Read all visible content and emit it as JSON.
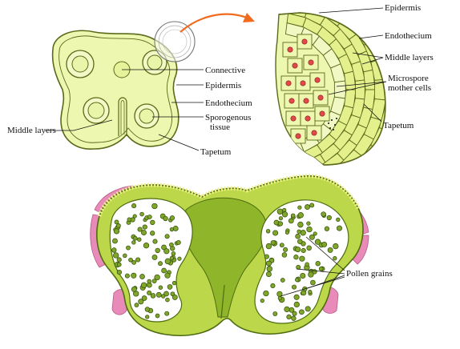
{
  "diagram": {
    "transverse_section": {
      "connective": "Connective",
      "epidermis": "Epidermis",
      "endothecium": "Endothecium",
      "sporogenous_line1": "Sporogenous",
      "sporogenous_line2": "tissue",
      "middle_layers": "Middle layers",
      "tapetum": "Tapetum"
    },
    "enlarged_view": {
      "epidermis": "Epidermis",
      "endothecium": "Endothecium",
      "middle_layers": "Middle layers",
      "microspore_line1": "Microspore",
      "microspore_line2": "mother cells",
      "tapetum": "Tapetum"
    },
    "mature_anther": {
      "pollen_grains": "Pollen grains"
    }
  },
  "colors": {
    "tissue_fill": "#eef7b0",
    "tissue_stroke": "#5a6a1a",
    "cell_fill": "#e3f08c",
    "arrow": "#f26a1b",
    "mother_cell_nucleus": "#e04a4a",
    "pollen": "#5c8a1e",
    "epidermis_pink": "#e98bb8",
    "connective_green": "#a9c93a"
  },
  "icons": {
    "arrow": "curved-arrow-icon"
  }
}
